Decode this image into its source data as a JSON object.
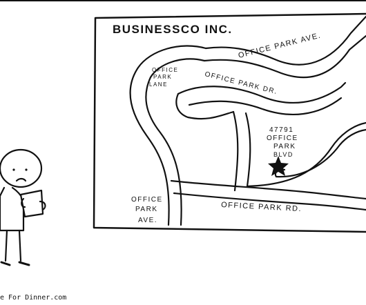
{
  "map": {
    "title": "BUSINESSCO INC.",
    "labels": {
      "ave_top": "OFFICE PARK AVE.",
      "lane_1": "OFFICE",
      "lane_2": "PARK",
      "lane_3": "LANE",
      "drive": "OFFICE PARK DR.",
      "address_1": "47791",
      "address_2": "OFFICE",
      "address_3": "PARK",
      "address_4": "BLVD",
      "ave_left_1": "OFFICE",
      "ave_left_2": "PARK",
      "ave_left_3": "AVE.",
      "road": "OFFICE PARK RD."
    },
    "marker": "star-icon"
  },
  "credit": "e For Dinner.com",
  "colors": {
    "ink": "#111111",
    "paper": "#ffffff"
  }
}
